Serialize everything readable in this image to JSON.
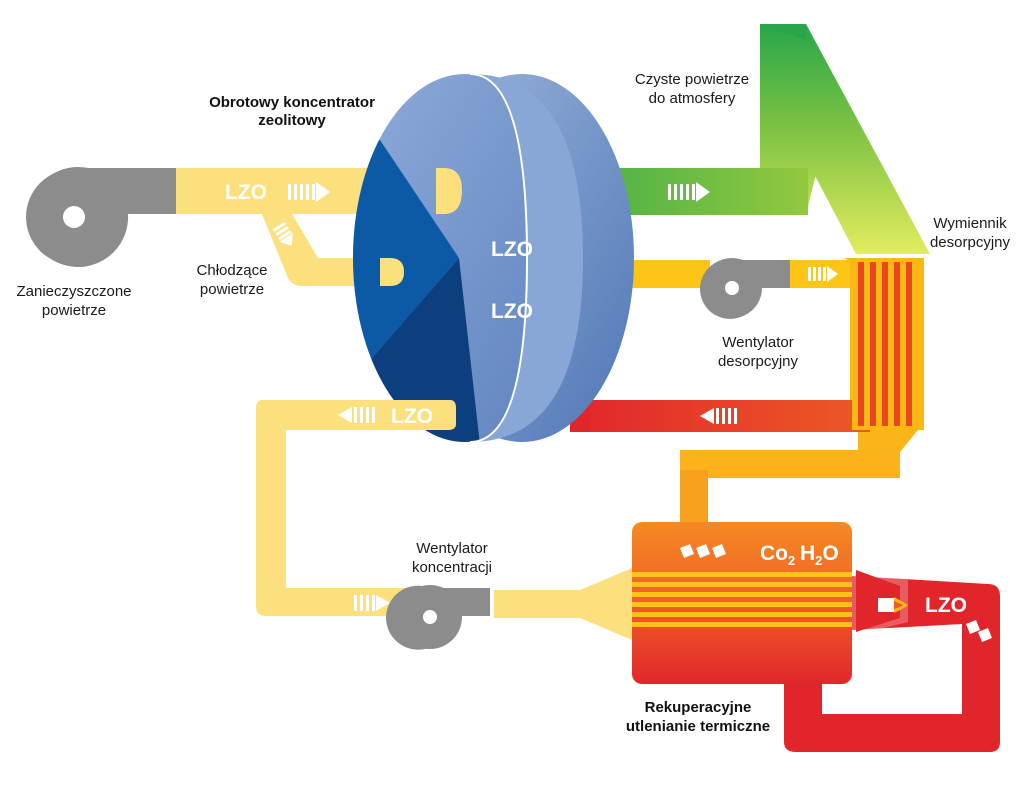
{
  "diagram": {
    "labels": {
      "concentrator_l1": "Obrotowy koncentrator",
      "concentrator_l2": "zeolitowy",
      "polluted_l1": "Zanieczyszczone",
      "polluted_l2": "powietrze",
      "cooling_l1": "Chłodzące",
      "cooling_l2": "powietrze",
      "clean_l1": "Czyste powietrze",
      "clean_l2": "do atmosfery",
      "exchanger_l1": "Wymiennik",
      "exchanger_l2": "desorpcyjny",
      "desorption_fan_l1": "Wentylator",
      "desorption_fan_l2": "desorpcyjny",
      "concentration_fan_l1": "Wentylator",
      "concentration_fan_l2": "koncentracji",
      "rto_l1": "Rekuperacyjne",
      "rto_l2": "utlenianie termiczne"
    },
    "tags": {
      "inlet": "LZO",
      "wheel_upper": "LZO",
      "wheel_lower": "LZO",
      "return_duct": "LZO",
      "burner": "LZO",
      "co2": "Co",
      "co2_sub": "2",
      "h2o_h": "H",
      "h2o_sub": "2",
      "h2o_o": "O"
    },
    "colors": {
      "light_yellow": "#fde07e",
      "yellow": "#fdc515",
      "orange": "#f59b23",
      "red": "#e1262b",
      "green": "#2aa84a",
      "lime": "#d9ea5a",
      "wheel_face": "#7f9fcf",
      "wheel_dark": "#0a3a78",
      "fan_grey": "#8c8c8c"
    },
    "icons": {
      "flow_arrow": "striped-arrow-icon",
      "fan": "centrifugal-fan-icon",
      "burner": "flame-icon"
    }
  }
}
